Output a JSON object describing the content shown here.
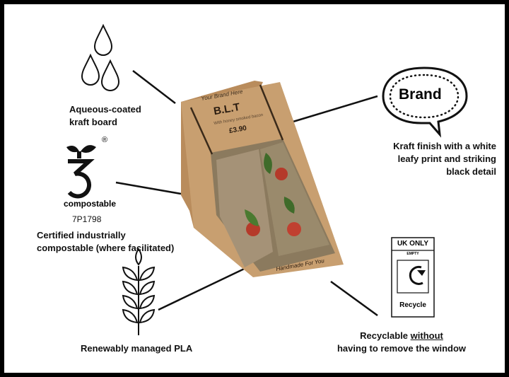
{
  "features": [
    {
      "caption_line1": "Aqueous-coated",
      "caption_line2": "kraft board",
      "icon": "water-drops-icon"
    },
    {
      "caption_line1": "Certified industrially",
      "caption_line2": "compostable (where facilitated)",
      "icon": "compostable-seedling-icon",
      "logo_text": "compostable",
      "registered_mark": "®",
      "code": "7P1798"
    },
    {
      "caption_line1": "Renewably managed PLA",
      "icon": "wheat-icon"
    },
    {
      "caption_line1": "Kraft finish with a white",
      "caption_line2": "leafy print and striking",
      "caption_line3": "black detail",
      "icon": "speech-bubble-icon",
      "bubble_text": "Brand"
    },
    {
      "caption_line1_pre": "Recyclable ",
      "caption_line1_underlined": "without",
      "caption_line2": "having to remove the window",
      "icon": "recycle-label-icon",
      "label_header": "UK ONLY",
      "label_sub": "EMPTY",
      "label_footer": "Recycle"
    }
  ],
  "product": {
    "brand": "Your Brand Here",
    "name": "B.L.T",
    "description": "With honey smoked bacon",
    "price": "£3.90",
    "footer": "Handmade For You"
  },
  "colors": {
    "kraft": "#c49a6c",
    "ink": "#111111"
  }
}
